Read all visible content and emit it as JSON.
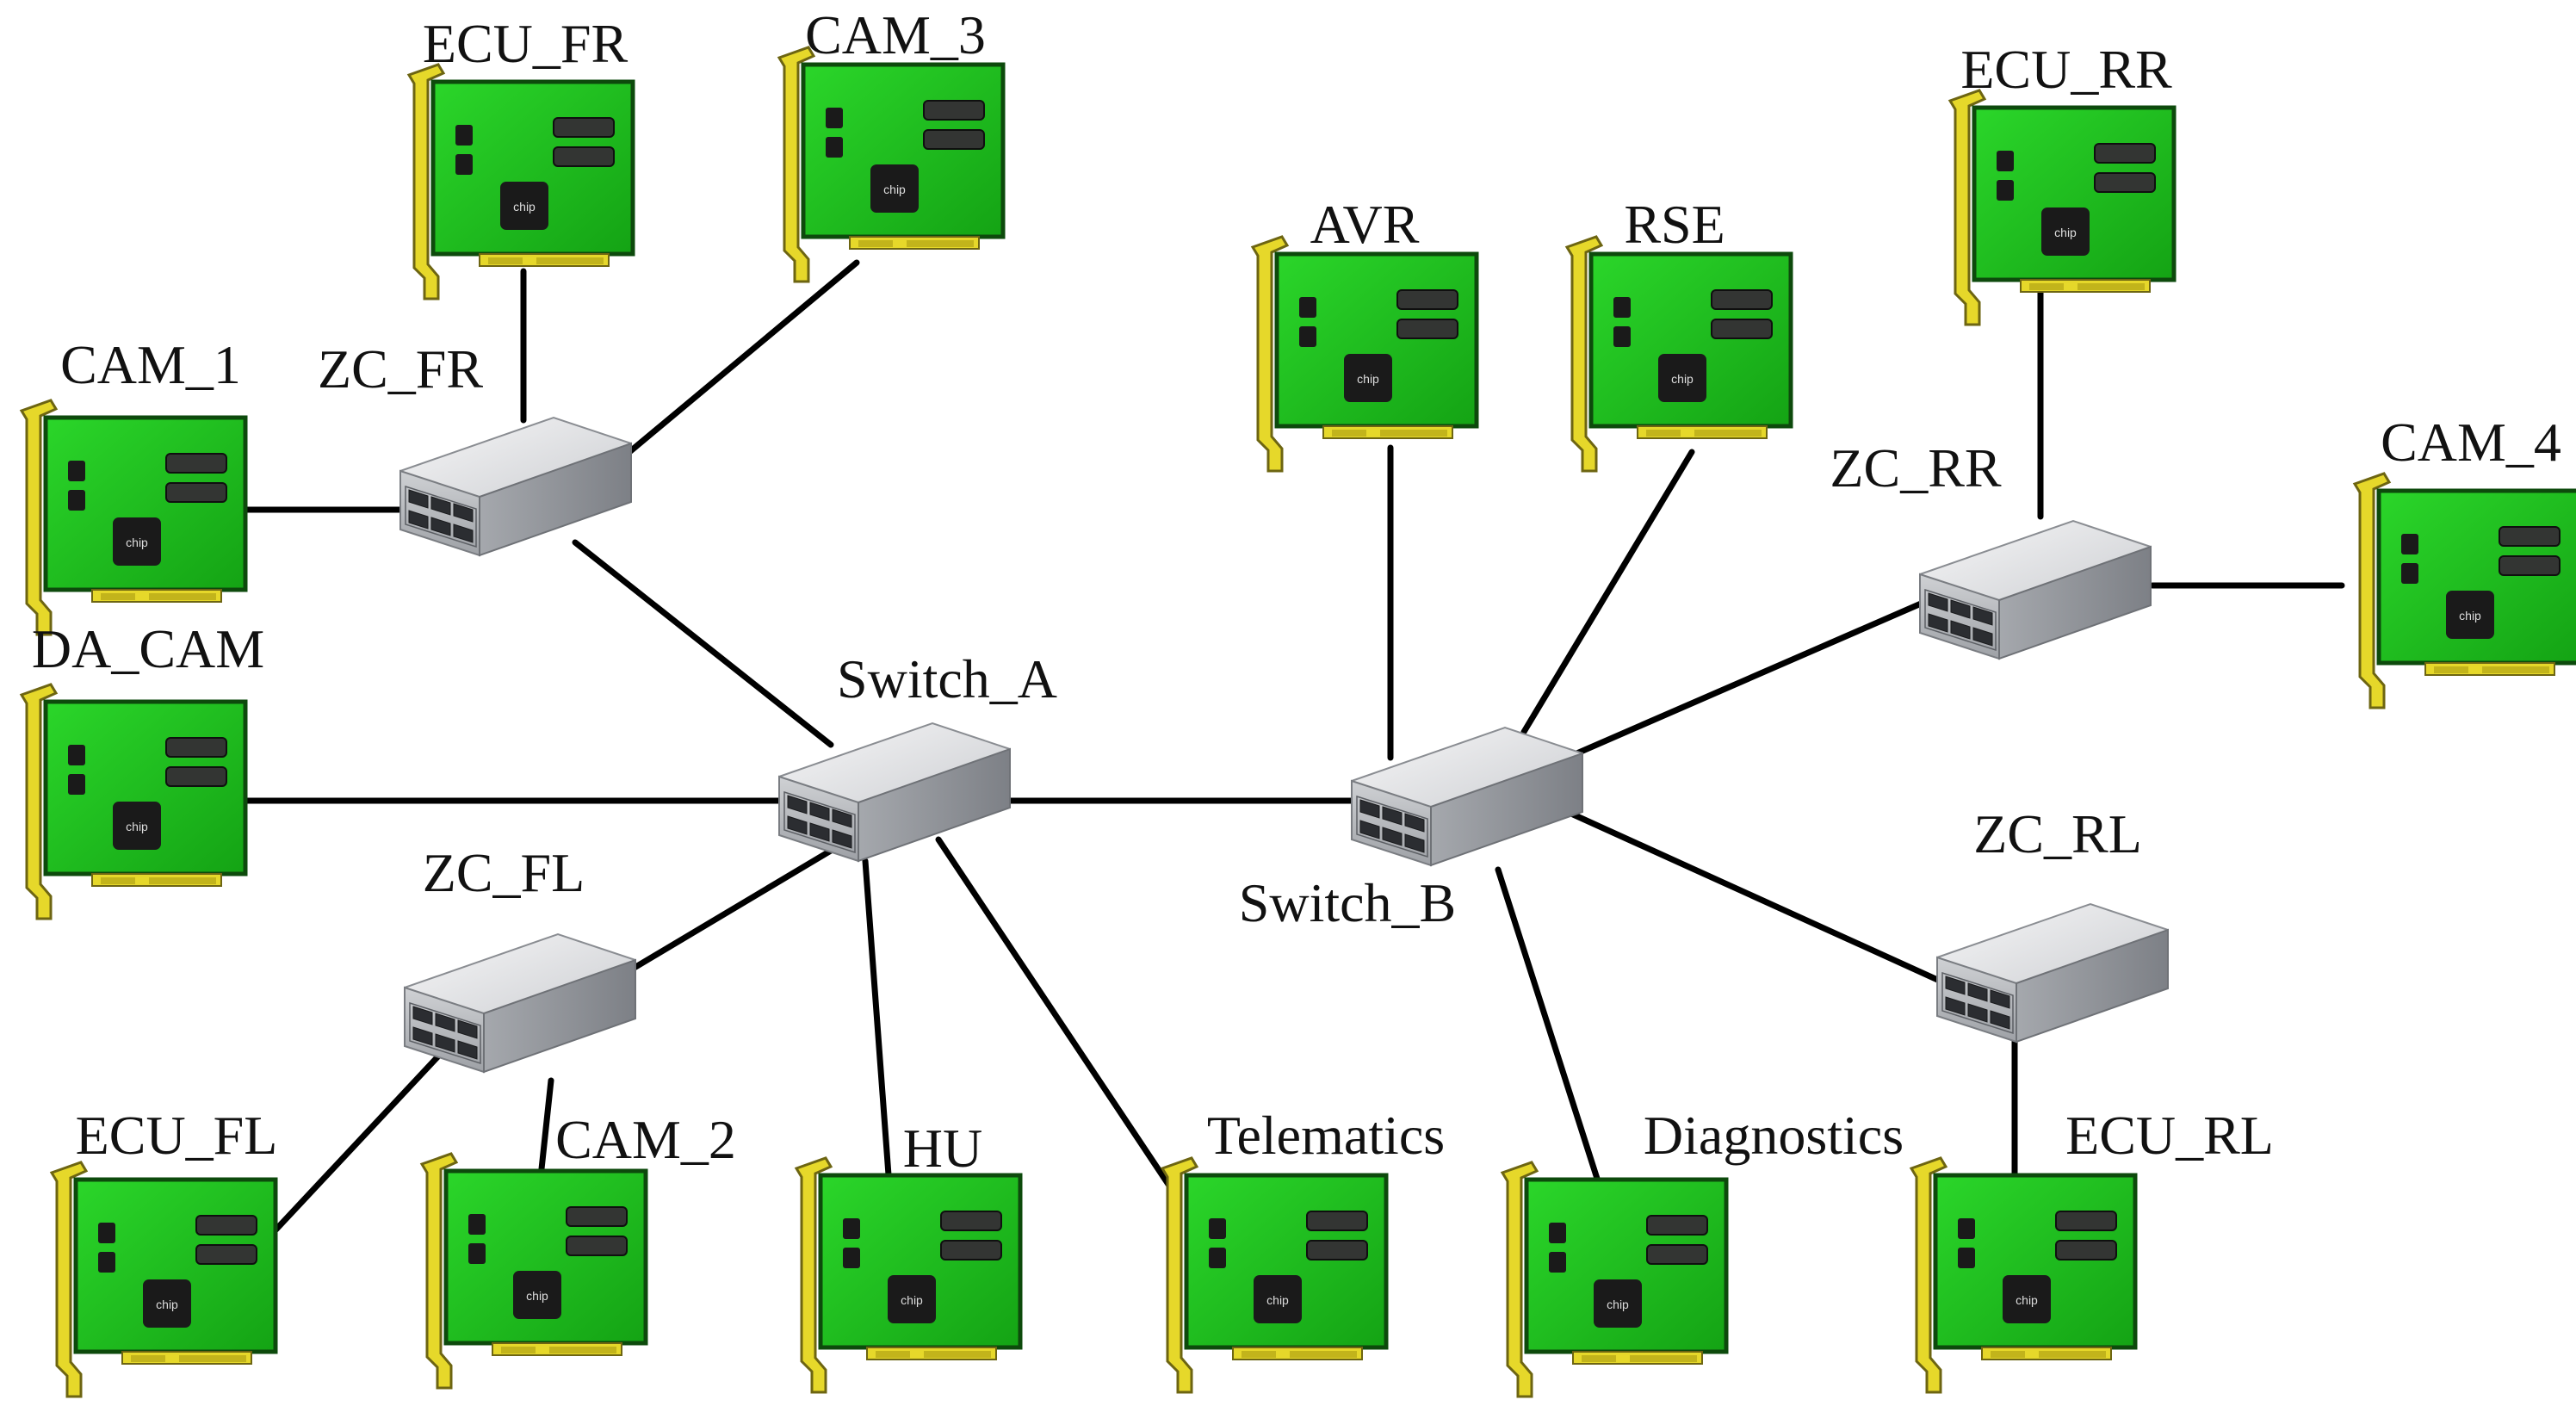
{
  "diagram": {
    "switches": [
      {
        "id": "zc_fr",
        "label": "ZC_FR"
      },
      {
        "id": "switch_a",
        "label": "Switch_A"
      },
      {
        "id": "zc_fl",
        "label": "ZC_FL"
      },
      {
        "id": "switch_b",
        "label": "Switch_B"
      },
      {
        "id": "zc_rr",
        "label": "ZC_RR"
      },
      {
        "id": "zc_rl",
        "label": "ZC_RL"
      }
    ],
    "cards": [
      {
        "id": "ecu_fr",
        "label": "ECU_FR"
      },
      {
        "id": "cam_3",
        "label": "CAM_3"
      },
      {
        "id": "cam_1",
        "label": "CAM_1"
      },
      {
        "id": "da_cam",
        "label": "DA_CAM"
      },
      {
        "id": "ecu_fl",
        "label": "ECU_FL"
      },
      {
        "id": "cam_2",
        "label": "CAM_2"
      },
      {
        "id": "hu",
        "label": "HU"
      },
      {
        "id": "telematics",
        "label": "Telematics"
      },
      {
        "id": "avr",
        "label": "AVR"
      },
      {
        "id": "rse",
        "label": "RSE"
      },
      {
        "id": "ecu_rr",
        "label": "ECU_RR"
      },
      {
        "id": "cam_4",
        "label": "CAM_4"
      },
      {
        "id": "diagnostics",
        "label": "Diagnostics"
      },
      {
        "id": "ecu_rl",
        "label": "ECU_RL"
      }
    ],
    "chip_text": "chip",
    "links": [
      [
        "zc_fr",
        "ecu_fr"
      ],
      [
        "zc_fr",
        "cam_3"
      ],
      [
        "zc_fr",
        "cam_1"
      ],
      [
        "zc_fr",
        "switch_a"
      ],
      [
        "switch_a",
        "da_cam"
      ],
      [
        "switch_a",
        "zc_fl"
      ],
      [
        "switch_a",
        "hu"
      ],
      [
        "switch_a",
        "telematics"
      ],
      [
        "switch_a",
        "switch_b"
      ],
      [
        "zc_fl",
        "ecu_fl"
      ],
      [
        "zc_fl",
        "cam_2"
      ],
      [
        "switch_b",
        "avr"
      ],
      [
        "switch_b",
        "rse"
      ],
      [
        "switch_b",
        "zc_rr"
      ],
      [
        "switch_b",
        "zc_rl"
      ],
      [
        "switch_b",
        "diagnostics"
      ],
      [
        "zc_rr",
        "ecu_rr"
      ],
      [
        "zc_rr",
        "cam_4"
      ],
      [
        "zc_rl",
        "ecu_rl"
      ]
    ],
    "colors": {
      "card_green": "#22c41e",
      "card_edge": "#0d4a0c",
      "bracket_yellow": "#e6d82a",
      "chip_black": "#1a1a1a",
      "switch_top": "#e8e8ea",
      "switch_front": "#b9bbbf",
      "link": "#000000",
      "text": "#111111"
    }
  }
}
